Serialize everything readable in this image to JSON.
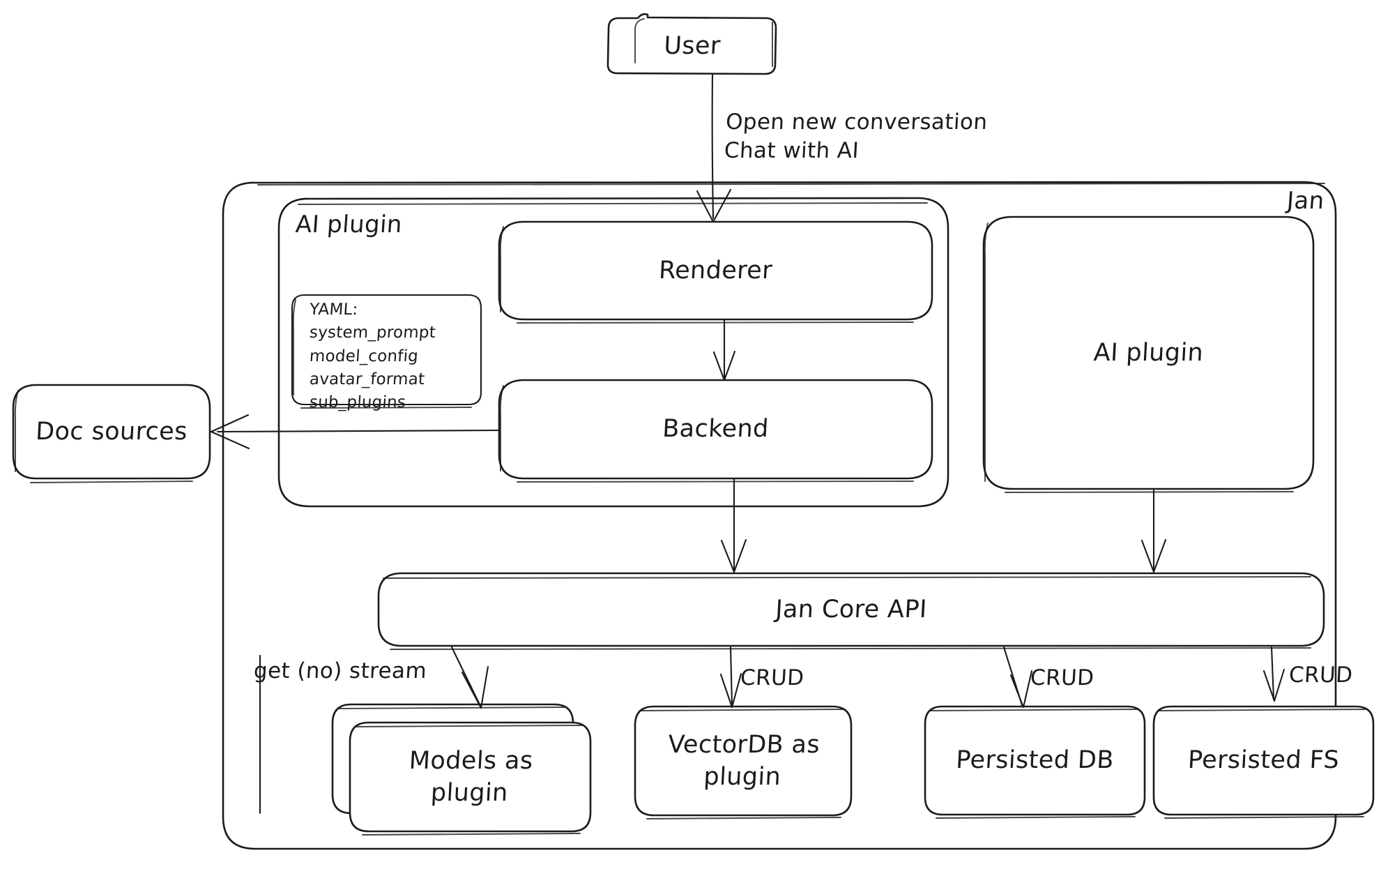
{
  "diagram": {
    "title": "Jan architecture diagram",
    "style": "hand-drawn sketch",
    "stroke_color": "#1b1b1f",
    "background_color": "#ffffff"
  },
  "containers": {
    "jan": {
      "label": "Jan"
    },
    "ai_plugin_group": {
      "label": "AI plugin"
    }
  },
  "nodes": {
    "user": {
      "label": "User"
    },
    "renderer": {
      "label": "Renderer"
    },
    "backend": {
      "label": "Backend"
    },
    "ai_plugin": {
      "label": "AI plugin"
    },
    "doc_sources": {
      "label": "Doc sources"
    },
    "jan_core_api": {
      "label": "Jan Core API"
    },
    "models_plugin": {
      "label": "Models as\nplugin"
    },
    "vectordb_plugin": {
      "label": "VectorDB as\nplugin"
    },
    "persisted_db": {
      "label": "Persisted DB"
    },
    "persisted_fs": {
      "label": "Persisted FS"
    }
  },
  "yaml_card": {
    "header": "YAML:",
    "keys": [
      "system_prompt",
      "model_config",
      "avatar_format",
      "sub_plugins"
    ]
  },
  "edges": [
    {
      "id": "user-to-renderer",
      "from": "user",
      "to": "renderer",
      "label": "Open new conversation\nChat with AI"
    },
    {
      "id": "renderer-to-backend",
      "from": "renderer",
      "to": "backend",
      "label": ""
    },
    {
      "id": "backend-to-doc-sources",
      "from": "backend",
      "to": "doc_sources",
      "label": ""
    },
    {
      "id": "backend-to-core-api",
      "from": "backend",
      "to": "jan_core_api",
      "label": ""
    },
    {
      "id": "ai-plugin-to-core-api",
      "from": "ai_plugin",
      "to": "jan_core_api",
      "label": ""
    },
    {
      "id": "core-api-to-models",
      "from": "jan_core_api",
      "to": "models_plugin",
      "label": "get (no) stream"
    },
    {
      "id": "core-api-to-vectordb",
      "from": "jan_core_api",
      "to": "vectordb_plugin",
      "label": "CRUD"
    },
    {
      "id": "core-api-to-persisted-db",
      "from": "jan_core_api",
      "to": "persisted_db",
      "label": "CRUD"
    },
    {
      "id": "core-api-to-persisted-fs",
      "from": "jan_core_api",
      "to": "persisted_fs",
      "label": "CRUD"
    }
  ]
}
